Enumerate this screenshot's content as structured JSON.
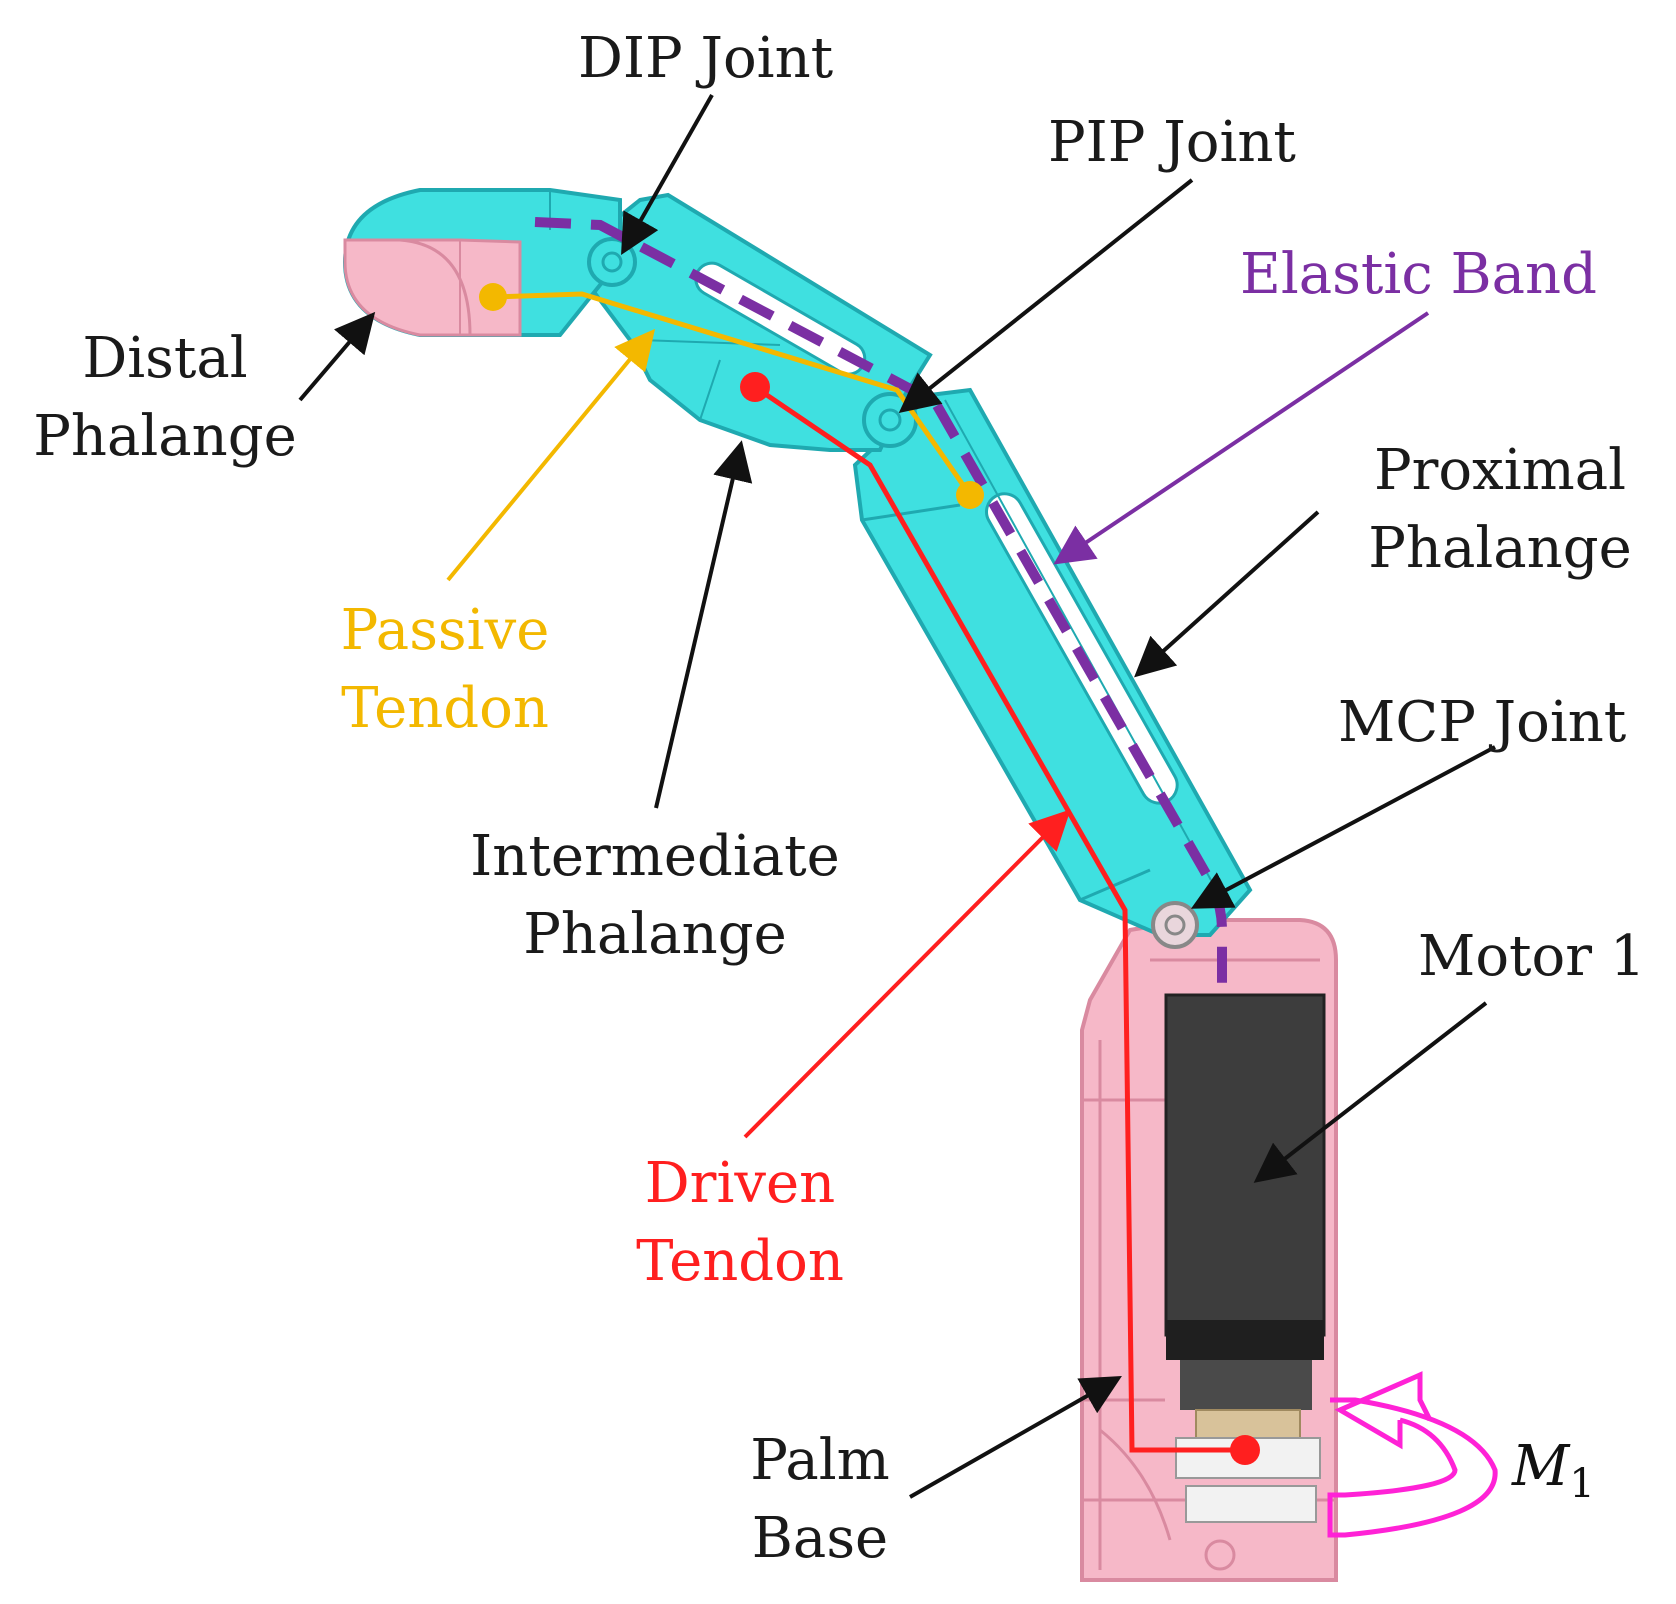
{
  "labels": {
    "dip_joint": "DIP Joint",
    "pip_joint": "PIP Joint",
    "elastic_band": "Elastic Band",
    "distal_phalange": [
      "Distal",
      "Phalange"
    ],
    "proximal_phalange": [
      "Proximal",
      "Phalange"
    ],
    "passive_tendon": [
      "Passive",
      "Tendon"
    ],
    "intermediate_phalange": [
      "Intermediate",
      "Phalange"
    ],
    "mcp_joint": "MCP Joint",
    "motor_1": "Motor 1",
    "driven_tendon": [
      "Driven",
      "Tendon"
    ],
    "palm_base": [
      "Palm",
      "Base"
    ],
    "moment_symbol": "M",
    "moment_subscript": "1"
  },
  "colors": {
    "phalange_fill": "#3fe0e0",
    "phalange_stroke": "#1fa9b0",
    "palm_fill": "#f6b8c8",
    "palm_stroke": "#d98aa0",
    "motor_fill": "#3d3d3d",
    "elastic_band": "#7b2fa3",
    "passive_tendon": "#f3b800",
    "driven_tendon": "#ff1f1f",
    "moment_arrow": "#ff22d6",
    "leader_black": "#111111"
  }
}
